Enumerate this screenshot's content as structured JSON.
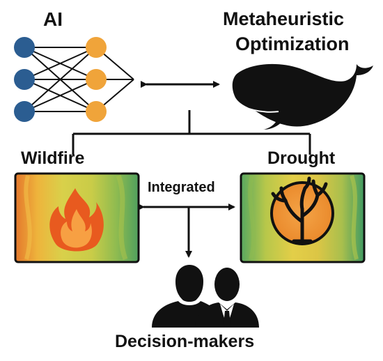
{
  "labels": {
    "ai": "AI",
    "metaheuristic_line1": "Metaheuristic",
    "metaheuristic_line2": "Optimization",
    "wildfire": "Wildfire",
    "drought": "Drought",
    "integrated": "Integrated",
    "decision_makers": "Decision-makers"
  },
  "colors": {
    "input_node": "#2b5d91",
    "hidden_node": "#f0a43a",
    "line": "#111111",
    "fire_outer": "#e85a1f",
    "fire_inner": "#f7a043",
    "panel_green": "#55a862",
    "panel_yellow": "#e8d24a",
    "panel_orange": "#ef8c34"
  },
  "icons": {
    "network": "neural-network-icon",
    "whale": "whale-icon",
    "fire": "flame-icon",
    "tree": "dry-tree-icon",
    "people": "decision-makers-icon"
  }
}
